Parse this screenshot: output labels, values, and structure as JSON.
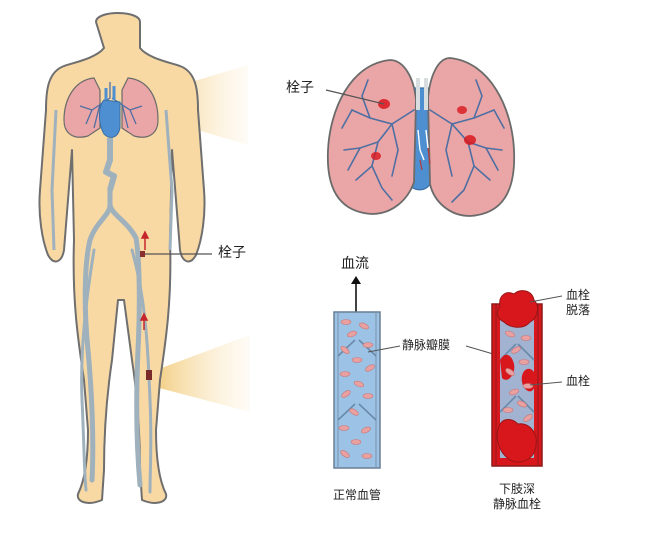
{
  "labels": {
    "embolus_lung": "栓子",
    "embolus_leg": "栓子",
    "blood_flow": "血流",
    "venous_valve": "静脉瓣膜",
    "clot_detached_line1": "血栓",
    "clot_detached_line2": "脱落",
    "thrombus": "血栓",
    "normal_vessel": "正常血管",
    "dvt_line1": "下肢深",
    "dvt_line2": "静脉血栓"
  },
  "colors": {
    "skin": "#f8d9a4",
    "skin_outline": "#6f6f6f",
    "vein": "#9fb1bc",
    "lung_fill": "#e9a6a6",
    "lung_outline": "#6b6b6b",
    "bronchi": "#4f6fa3",
    "heart_blue": "#4d8fd0",
    "clot_red": "#d8171d",
    "vessel_blue": "#9cc3e6",
    "rbc": "#e9a0a0",
    "spotlight": "#f4d38d"
  }
}
